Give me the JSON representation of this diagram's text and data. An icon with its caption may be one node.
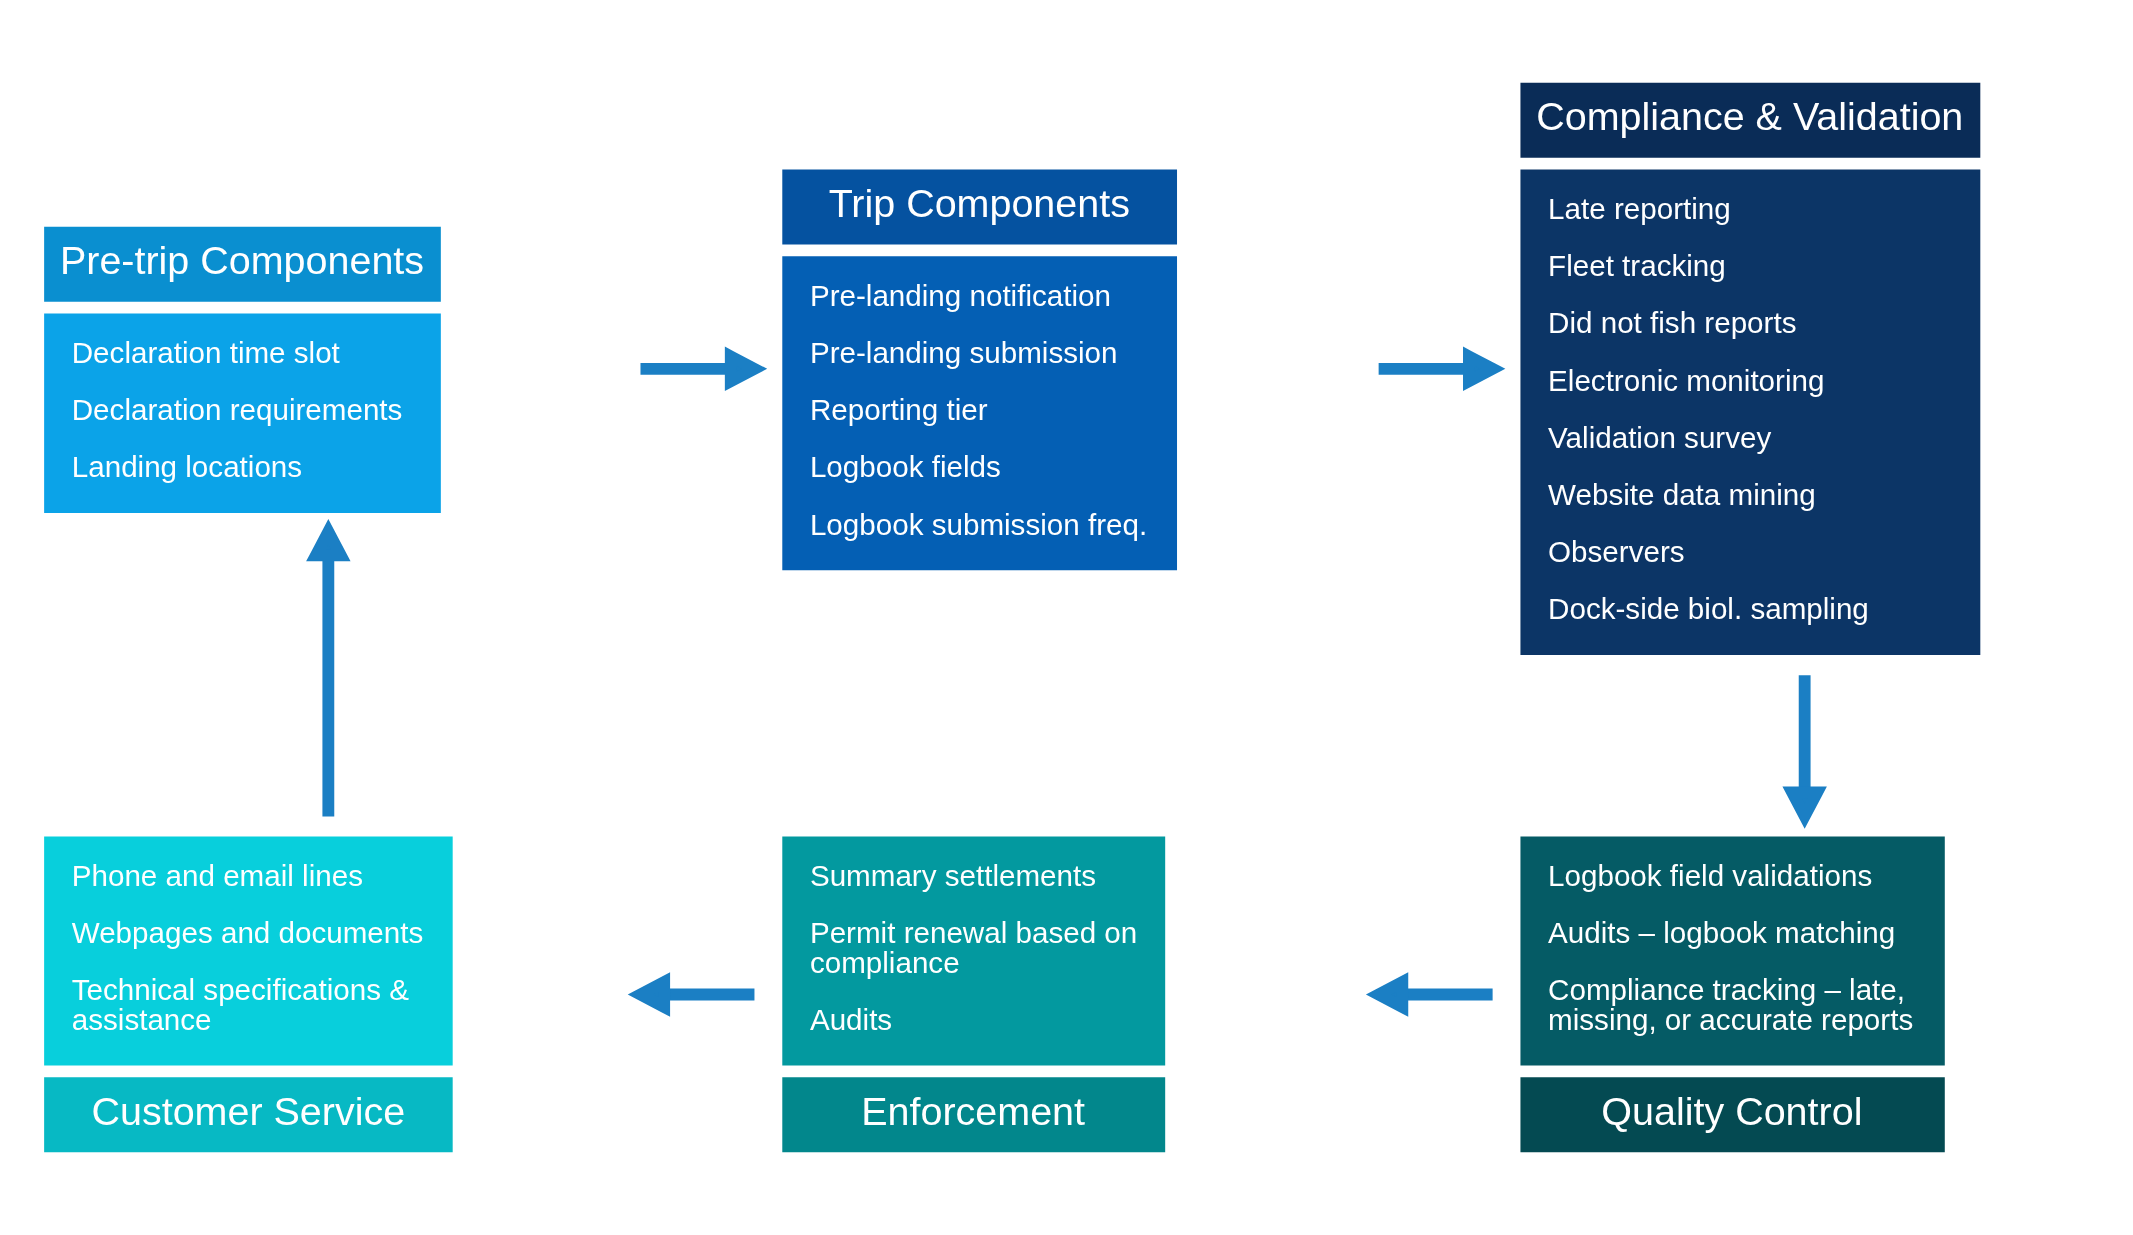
{
  "diagram": {
    "nodes": [
      {
        "text": [
          "Pre-trip Components",
          "Declaration time slot",
          "Declaration requirements",
          "Landing locations"
        ]
      },
      {
        "text": [
          "Trip Components",
          "Pre-landing notification",
          "Pre-landing submission",
          "Reporting tier",
          "Logbook fields",
          "Logbook submission freq."
        ]
      },
      {
        "text": [
          "Compliance & Validation",
          "Late reporting",
          "Fleet tracking",
          "Did not fish reports",
          "Electronic monitoring",
          "Validation survey",
          "Website data mining",
          "Observers",
          "Dock-side biol. sampling"
        ]
      },
      {
        "text": [
          "Phone and email lines",
          "Webpages and documents",
          "Technical specifications & assistance",
          "Customer Service"
        ]
      },
      {
        "text": [
          "Summary settlements",
          "Permit renewal based on compliance",
          "Audits",
          "Enforcement"
        ]
      },
      {
        "text": [
          "Logbook field validations",
          "Audits – logbook matching",
          "Compliance tracking – late, missing, or accurate reports",
          "Quality Control"
        ]
      }
    ],
    "edges": [
      {
        "from": 0,
        "to": 1,
        "arrow": "to"
      },
      {
        "from": 1,
        "to": 2,
        "arrow": "to"
      },
      {
        "from": 2,
        "to": 5,
        "arrow": "to"
      },
      {
        "from": 5,
        "to": 4,
        "arrow": "to"
      },
      {
        "from": 4,
        "to": 3,
        "arrow": "to"
      },
      {
        "from": 3,
        "to": 0,
        "arrow": "to"
      }
    ]
  }
}
